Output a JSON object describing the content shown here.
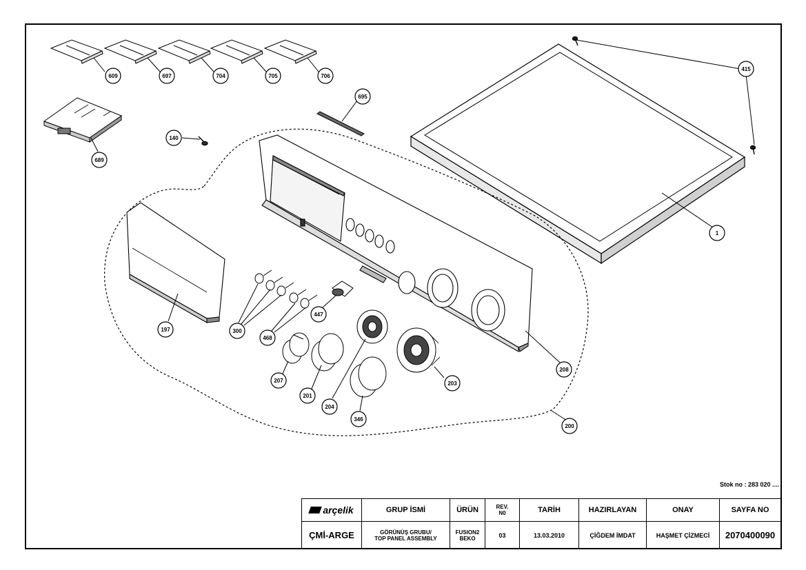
{
  "stock_number": "Stok no : 283 020 ....",
  "callouts": [
    {
      "id": "c609",
      "label": "609"
    },
    {
      "id": "c697",
      "label": "697"
    },
    {
      "id": "c704",
      "label": "704"
    },
    {
      "id": "c705",
      "label": "705"
    },
    {
      "id": "c706",
      "label": "706"
    },
    {
      "id": "c415",
      "label": "415"
    },
    {
      "id": "c695",
      "label": "695"
    },
    {
      "id": "c140",
      "label": "140"
    },
    {
      "id": "c689",
      "label": "689"
    },
    {
      "id": "c1",
      "label": "1"
    },
    {
      "id": "c197",
      "label": "197"
    },
    {
      "id": "c300",
      "label": "300"
    },
    {
      "id": "c468",
      "label": "468"
    },
    {
      "id": "c447",
      "label": "447"
    },
    {
      "id": "c208",
      "label": "208"
    },
    {
      "id": "c207",
      "label": "207"
    },
    {
      "id": "c201",
      "label": "201"
    },
    {
      "id": "c204",
      "label": "204"
    },
    {
      "id": "c203",
      "label": "203"
    },
    {
      "id": "c346",
      "label": "346"
    },
    {
      "id": "c200",
      "label": "200"
    }
  ],
  "title_block": {
    "logo_text": "arçelik",
    "headers": {
      "group": "GRUP İSMİ",
      "product": "ÜRÜN",
      "rev": "REV.",
      "rev_no": "N0",
      "date": "TARİH",
      "prepared": "HAZIRLAYAN",
      "approval": "ONAY",
      "page": "SAYFA NO"
    },
    "values": {
      "department": "ÇMİ-ARGE",
      "group_line1": "GÖRÜNÜŞ GRUBU/",
      "group_line2": "TOP PANEL ASSEMBLY",
      "product_line1": "FUSION2",
      "product_line2": "BEKO",
      "rev": "03",
      "date": "13.03.2010",
      "prepared": "ÇİĞDEM İMDAT",
      "approval": "HAŞMET ÇİZMECİ",
      "page": "2070400090"
    }
  },
  "colors": {
    "line": "#000000",
    "panel_fill": "#ffffff",
    "shade": "#dcdcdc"
  }
}
